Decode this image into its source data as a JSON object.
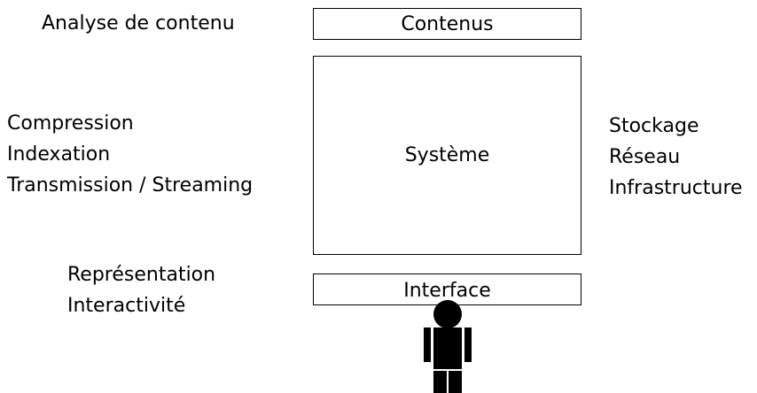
{
  "boxes": {
    "contenus": "Contenus",
    "systeme": "Système",
    "interface": "Interface"
  },
  "labels": {
    "top_left": "Analyse de contenu",
    "left": [
      "Compression",
      "Indexation",
      "Transmission / Streaming"
    ],
    "right": [
      "Stockage",
      "Réseau",
      "Infrastructure"
    ],
    "bottom_left": [
      "Représentation",
      "Interactivité"
    ]
  },
  "icons": {
    "person": "person-icon"
  },
  "colors": {
    "stroke": "#000000",
    "background": "#ffffff"
  }
}
